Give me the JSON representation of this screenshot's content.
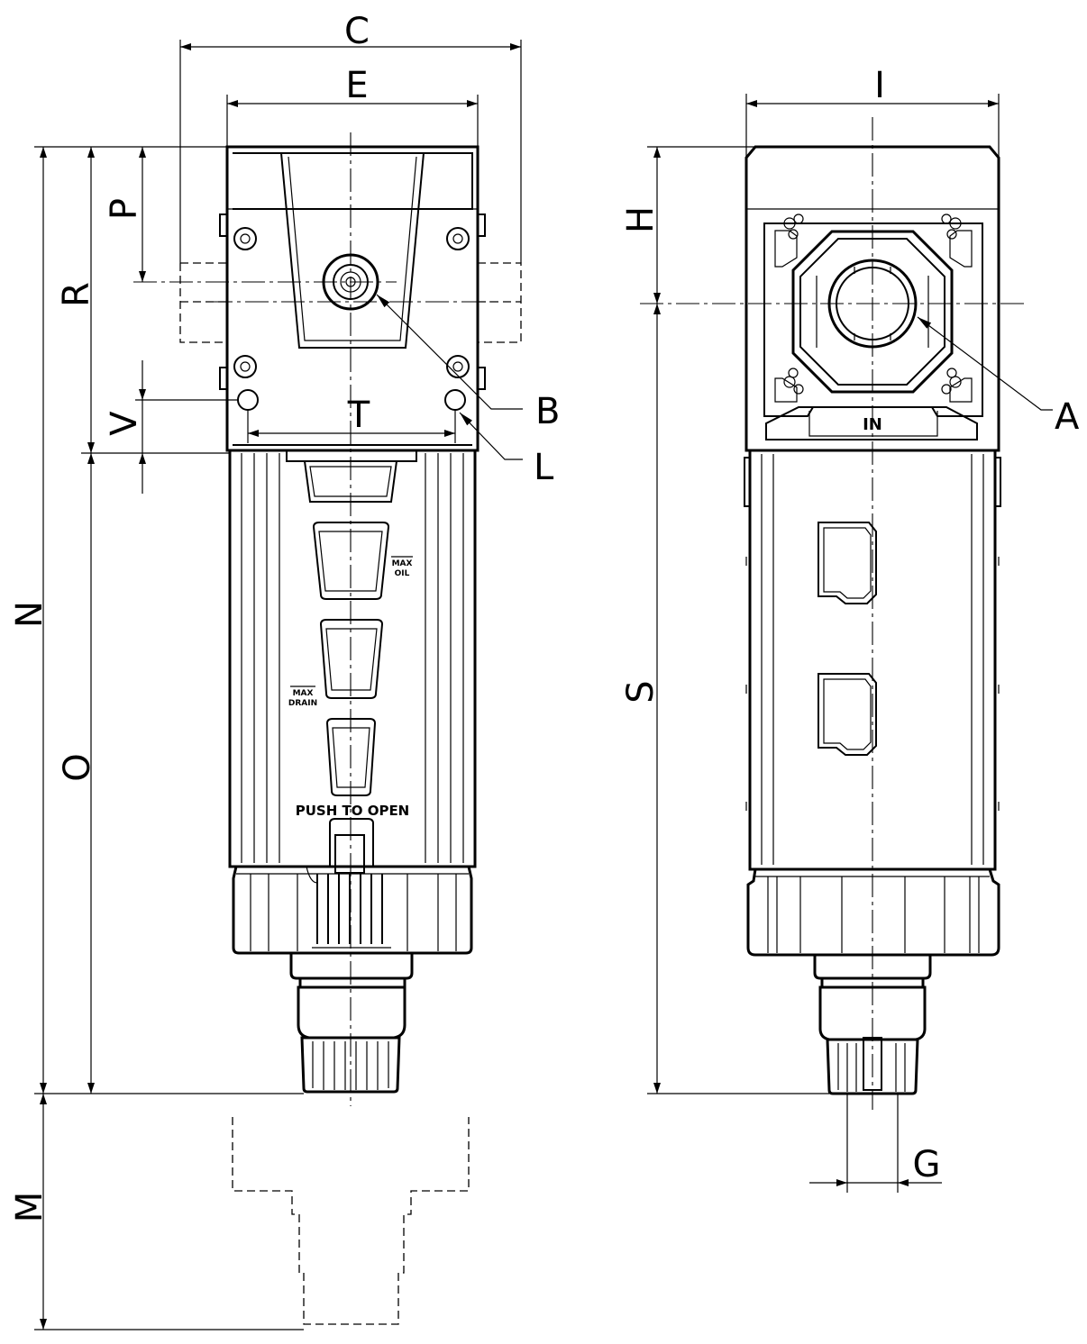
{
  "front_view": {
    "dims": {
      "C": "C",
      "E": "E",
      "P": "P",
      "R": "R",
      "V": "V",
      "T": "T",
      "N": "N",
      "O": "O",
      "M": "M"
    },
    "callouts": {
      "B": "B",
      "L": "L"
    },
    "labels": {
      "max_oil_top": "MAX",
      "max_oil_bottom": "OIL",
      "max_drain_top": "MAX",
      "max_drain_bottom": "DRAIN",
      "push_to_open": "PUSH TO OPEN"
    }
  },
  "side_view": {
    "dims": {
      "I": "I",
      "H": "H",
      "S": "S",
      "G": "G"
    },
    "callouts": {
      "A": "A"
    },
    "labels": {
      "port": "IN"
    }
  }
}
